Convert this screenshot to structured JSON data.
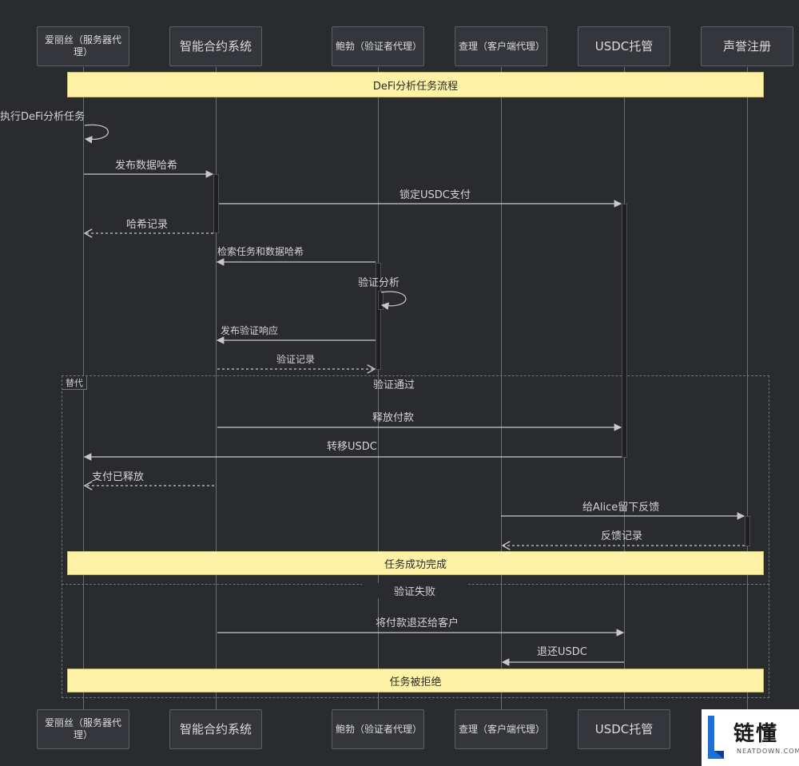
{
  "participants": [
    {
      "id": "alice",
      "label": "爱丽丝（服务器代理）"
    },
    {
      "id": "contract",
      "label": "智能合约系统"
    },
    {
      "id": "bob",
      "label": "鲍勃（验证者代理）"
    },
    {
      "id": "charlie",
      "label": "查理（客户端代理）"
    },
    {
      "id": "escrow",
      "label": "USDC托管"
    },
    {
      "id": "reputation",
      "label": "声誉注册"
    }
  ],
  "notes": {
    "top": "DeFi分析任务流程",
    "success": "任务成功完成",
    "rejected": "任务被拒绝"
  },
  "messages": {
    "execute_task": "执行DeFi分析任务",
    "publish_hash": "发布数据哈希",
    "lock_usdc": "锁定USDC支付",
    "hash_recorded": "哈希记录",
    "retrieve_task": "检索任务和数据哈希",
    "verify_analysis": "验证分析",
    "publish_verification": "发布验证响应",
    "verification_recorded": "验证记录",
    "release_payment": "释放付款",
    "transfer_usdc": "转移USDC",
    "payment_released": "支付已释放",
    "leave_feedback": "给Alice留下反馈",
    "feedback_recorded": "反馈记录",
    "refund_client": "将付款退还给客户",
    "return_usdc": "退还USDC"
  },
  "alt": {
    "tag": "替代",
    "case_pass": "验证通过",
    "case_fail": "验证失败"
  },
  "watermark": {
    "brand": "链懂",
    "site": "NEATDOWN.COM"
  },
  "colors": {
    "background": "#2a2b2f",
    "note": "#fdf2a6",
    "line": "#c8c8c8"
  }
}
